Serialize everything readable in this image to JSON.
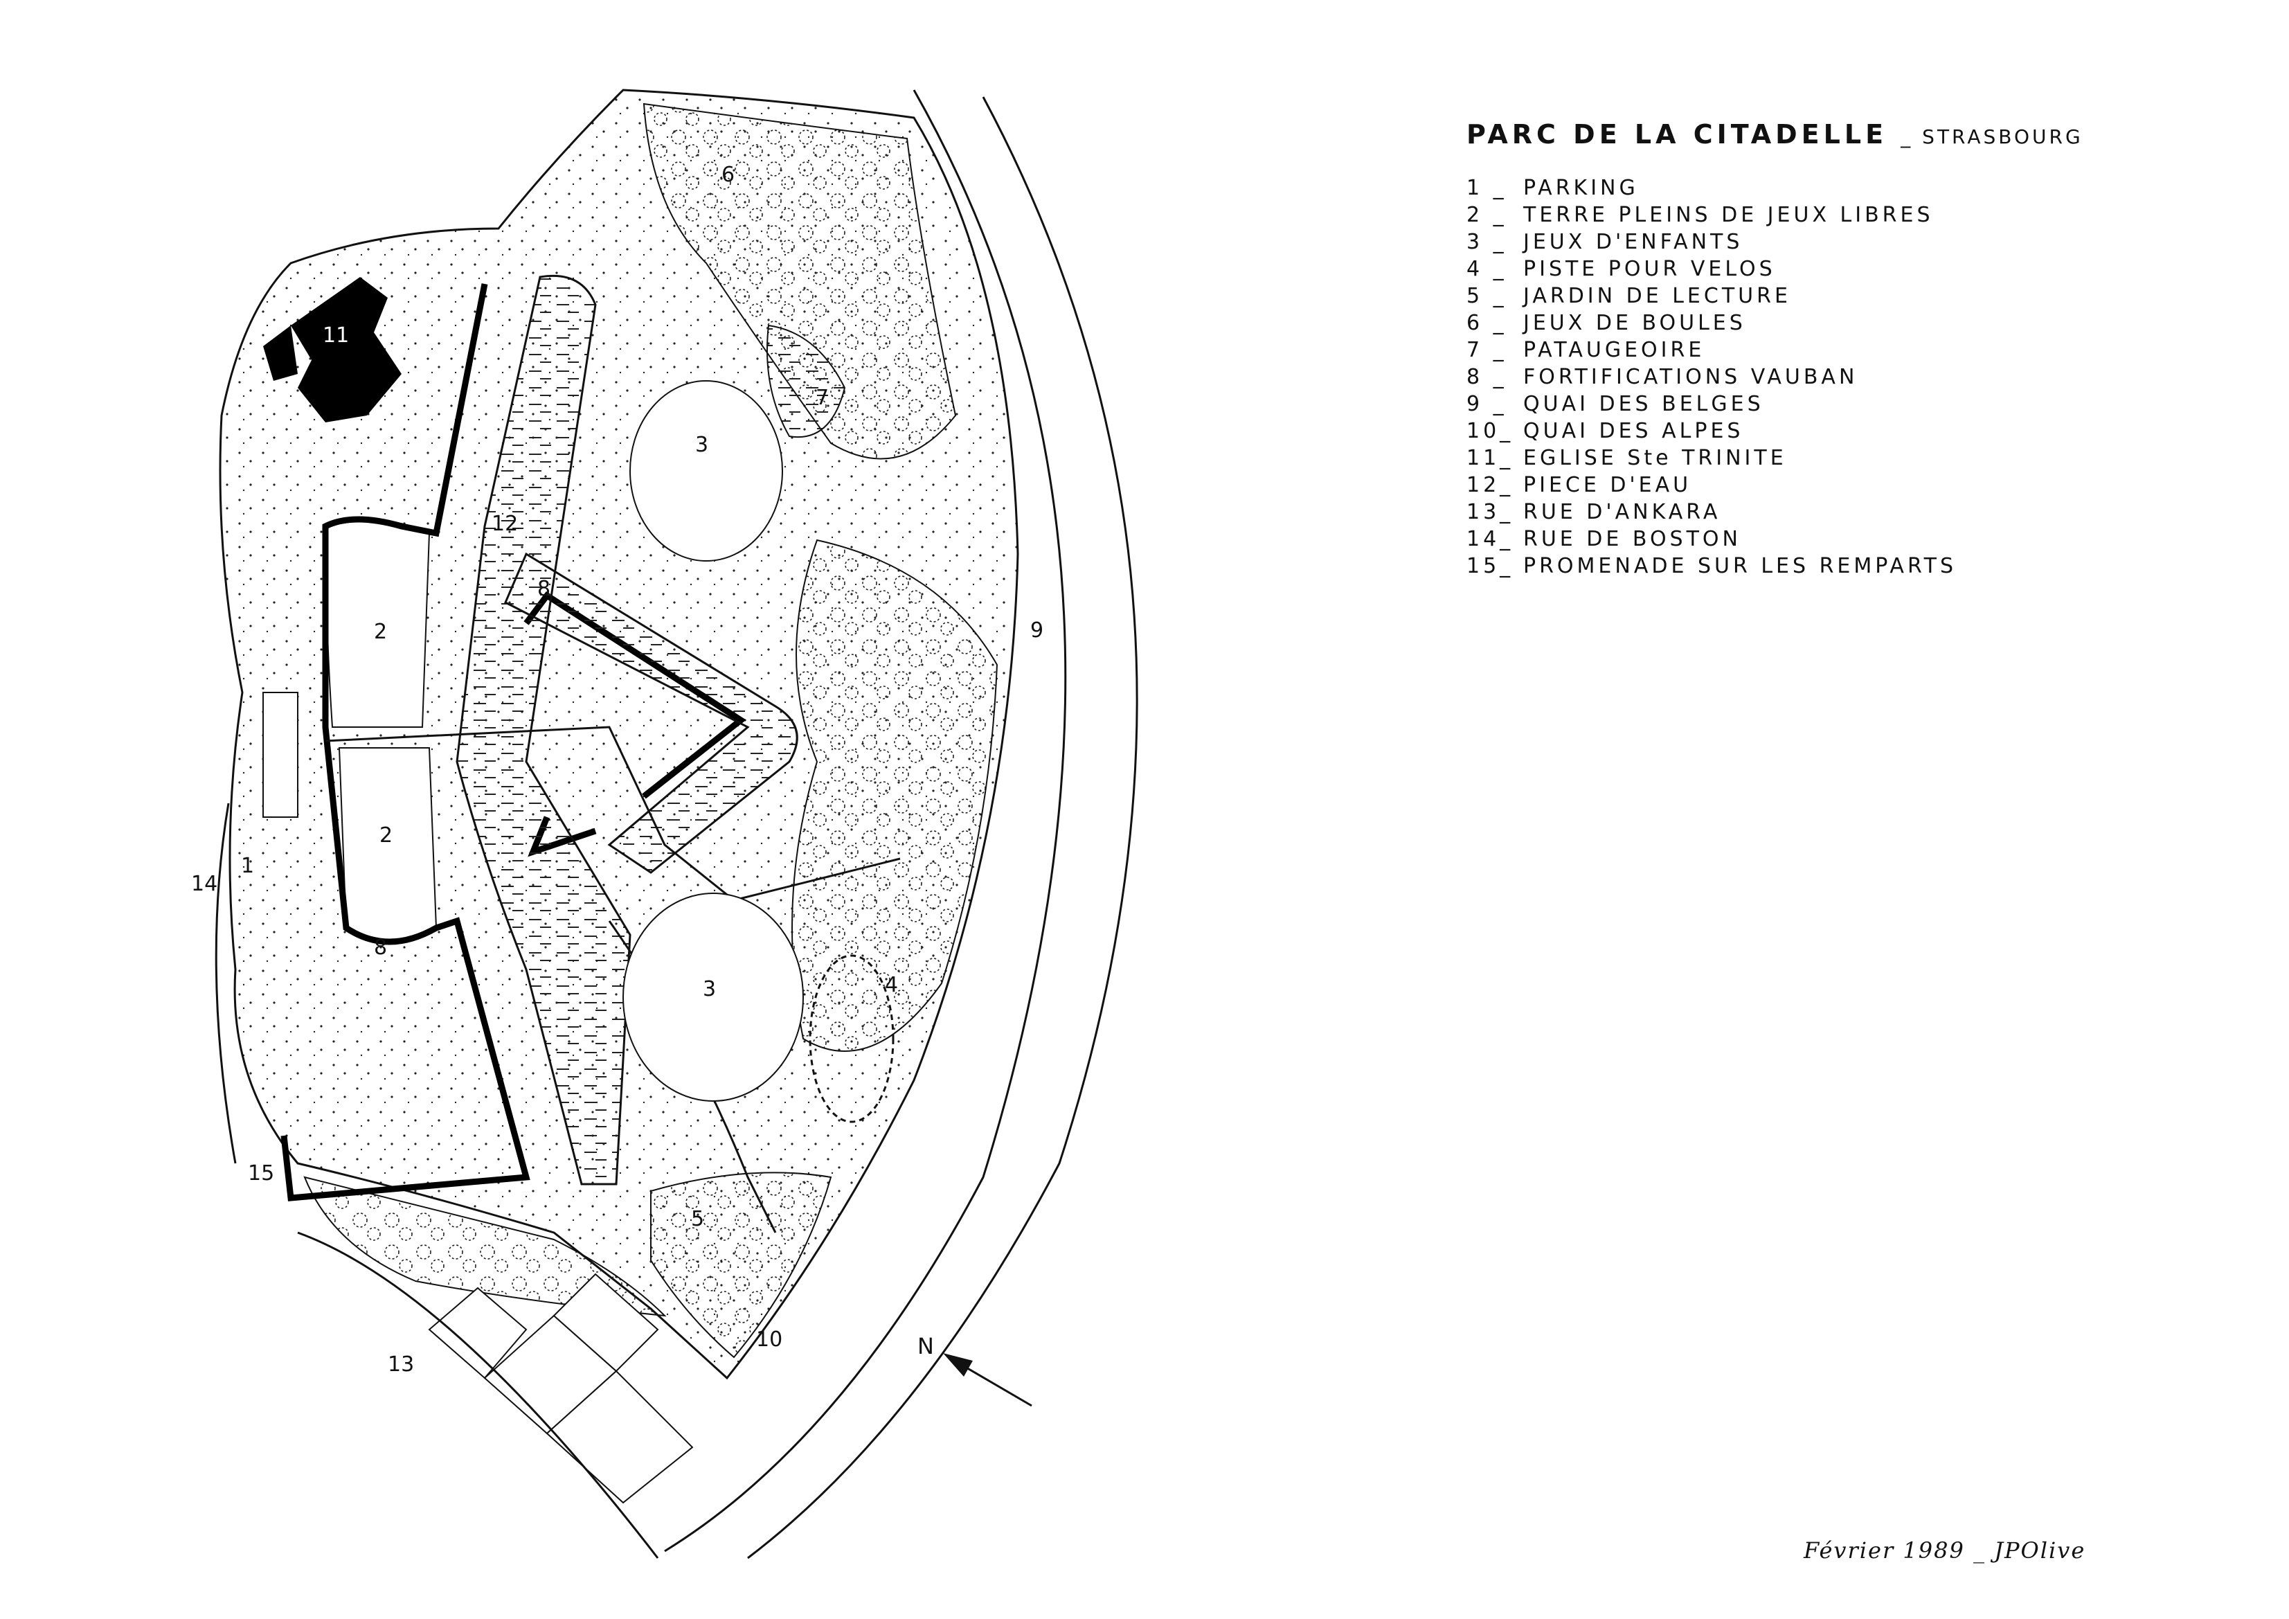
{
  "title": "PARC DE LA CITADELLE",
  "subtitle": "_ STRASBOURG",
  "legend": [
    {
      "num": "1 _",
      "label": "PARKING"
    },
    {
      "num": "2 _",
      "label": "TERRE PLEINS DE JEUX LIBRES"
    },
    {
      "num": "3 _",
      "label": "JEUX D'ENFANTS"
    },
    {
      "num": "4 _",
      "label": "PISTE POUR VELOS"
    },
    {
      "num": "5 _",
      "label": "JARDIN DE LECTURE"
    },
    {
      "num": "6 _",
      "label": "JEUX DE BOULES"
    },
    {
      "num": "7 _",
      "label": "PATAUGEOIRE"
    },
    {
      "num": "8 _",
      "label": "FORTIFICATIONS VAUBAN"
    },
    {
      "num": "9 _",
      "label": "QUAI DES BELGES"
    },
    {
      "num": "10_",
      "label": "QUAI DES ALPES"
    },
    {
      "num": "11_",
      "label": "EGLISE Ste TRINITE"
    },
    {
      "num": "12_",
      "label": "PIECE D'EAU"
    },
    {
      "num": "13_",
      "label": "RUE D'ANKARA"
    },
    {
      "num": "14_",
      "label": "RUE DE BOSTON"
    },
    {
      "num": "15_",
      "label": "PROMENADE SUR LES REMPARTS"
    }
  ],
  "map_labels": {
    "l1": "1",
    "l2a": "2",
    "l2b": "2",
    "l3a": "3",
    "l3b": "3",
    "l4": "4",
    "l5": "5",
    "l6": "6",
    "l7": "7",
    "l8a": "8",
    "l8b": "8",
    "l9": "9",
    "l10": "10",
    "l11": "11",
    "l12": "12",
    "l13": "13",
    "l14": "14",
    "l15": "15"
  },
  "north": "N",
  "signature": "Février 1989 _ JPOlive",
  "colors": {
    "ink": "#111111",
    "paper": "#ffffff",
    "wall": "#000000"
  }
}
